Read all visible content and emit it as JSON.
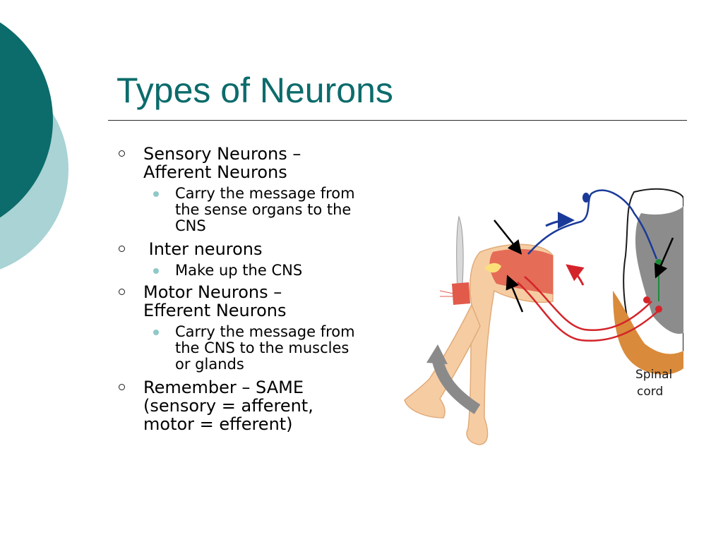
{
  "slide": {
    "title": "Types of Neurons",
    "bullets": [
      {
        "text": "Sensory Neurons –\nAfferent Neurons",
        "subs": [
          "Carry the message from\nthe sense organs to the\nCNS"
        ]
      },
      {
        "text": " Inter neurons",
        "subs": [
          "Make up the CNS"
        ]
      },
      {
        "text": "Motor Neurons –\nEfferent Neurons",
        "subs": [
          "Carry the message from\nthe CNS to the muscles\nor glands"
        ]
      },
      {
        "text": "Remember – SAME\n(sensory = afferent,\nmotor = efferent)",
        "subs": []
      }
    ]
  },
  "figure": {
    "label_line1": "Spinal",
    "label_line2": "cord"
  },
  "colors": {
    "title": "#0c6b6b",
    "circle_dark": "#0c6b6b",
    "circle_light": "#a9d3d4",
    "sensory_neuron": "#1a3a9a",
    "motor_neuron": "#d4242a",
    "gray_matter": "#8c8c8c",
    "skin": "#f6cda3"
  }
}
